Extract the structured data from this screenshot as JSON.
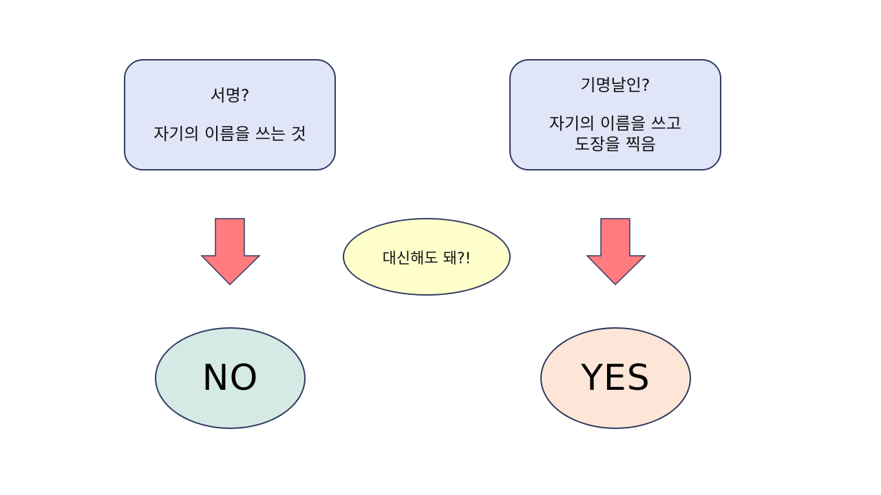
{
  "colors": {
    "box_fill": "#e0e5f7",
    "outline": "#2f3b60",
    "arrow_fill": "#ff7b7f",
    "question_fill": "#ffffcc",
    "no_fill": "#d5eae4",
    "yes_fill": "#fde6d7"
  },
  "left_box": {
    "title": "서명?",
    "description": "자기의 이름을 쓰는 것"
  },
  "right_box": {
    "title": "기명날인?",
    "description": "자기의 이름을 쓰고\n도장을 찍음"
  },
  "question": {
    "text": "대신해도 돼?!"
  },
  "answers": {
    "no": "NO",
    "yes": "YES"
  }
}
